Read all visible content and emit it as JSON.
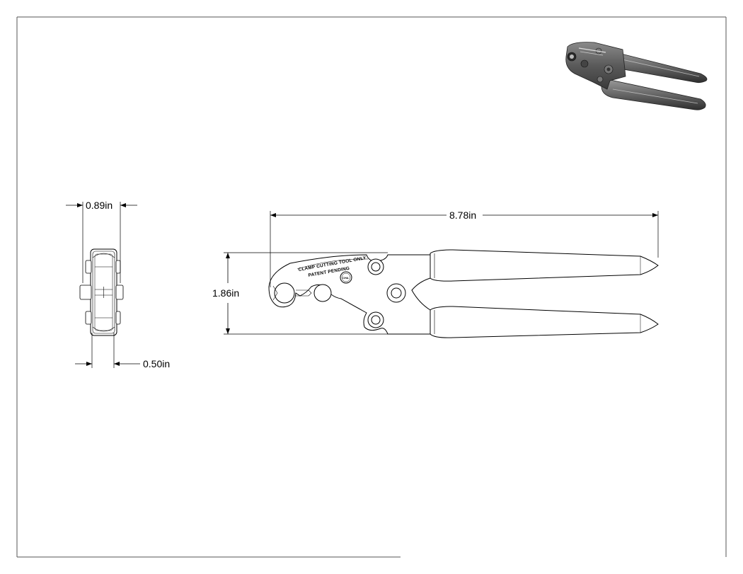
{
  "dimensions": {
    "side_width": "0.89in",
    "side_depth": "0.50in",
    "overall_length": "8.78in",
    "head_height": "1.86in"
  },
  "tool_markings": {
    "line1": "CLAMP CUTTING TOOL ONLY",
    "line2": "PATENT PENDING",
    "stamp": "CHA"
  },
  "icons": {
    "iso_view": "pliers-3d-icon"
  }
}
